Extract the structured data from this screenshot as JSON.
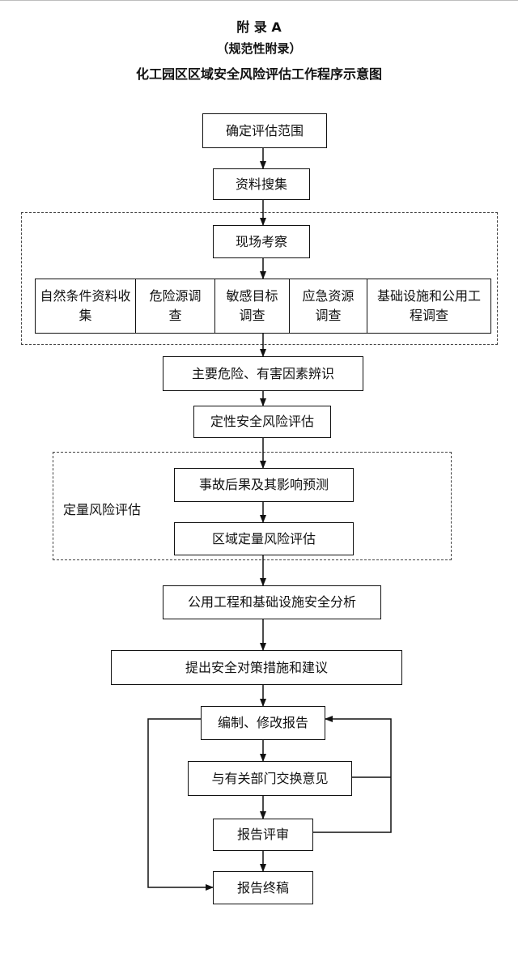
{
  "appendix": {
    "title": "附  录  A",
    "subtitle": "（规范性附录）",
    "caption": "化工园区区域安全风险评估工作程序示意图"
  },
  "steps": {
    "scope": "确定评估范围",
    "collect": "资料搜集",
    "survey": "现场考察",
    "natural": "自然条件资料收集",
    "hazard_src": "危险源调查",
    "sensitive": "敏感目标调查",
    "emergency": "应急资源调查",
    "infra": "基础设施和公用工程调查",
    "identify": "主要危险、有害因素辨识",
    "qualitative": "定性安全风险评估",
    "quant_group": "定量风险评估",
    "consequence": "事故后果及其影响预测",
    "regional_quant": "区域定量风险评估",
    "utility": "公用工程和基础设施安全分析",
    "measures": "提出安全对策措施和建议",
    "compile": "编制、修改报告",
    "exchange": "与有关部门交换意见",
    "review": "报告评审",
    "final": "报告终稿"
  }
}
